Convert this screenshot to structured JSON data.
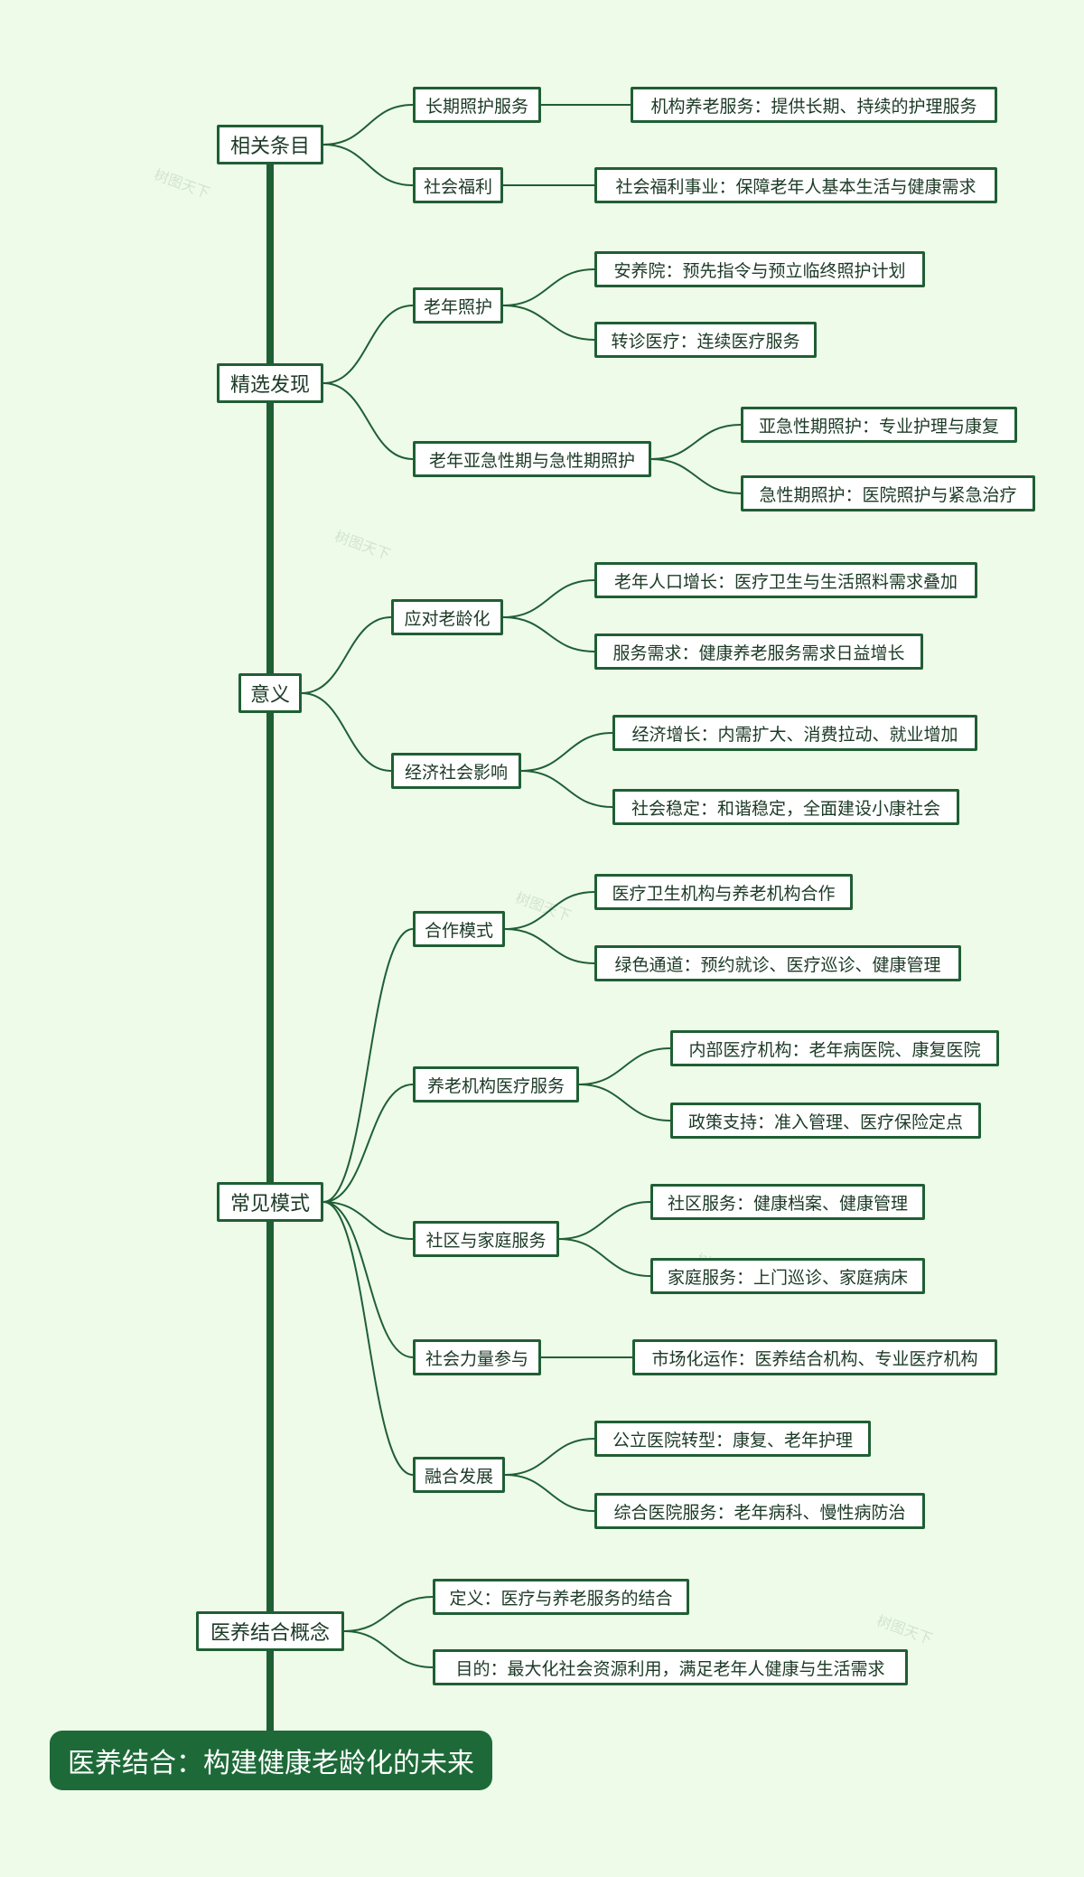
{
  "root": {
    "label": "医养结合：构建健康老龄化的未来"
  },
  "branches": [
    {
      "label": "相关条目",
      "children": [
        {
          "label": "长期照护服务",
          "children": [
            {
              "label": "机构养老服务：提供长期、持续的护理服务"
            }
          ]
        },
        {
          "label": "社会福利",
          "children": [
            {
              "label": "社会福利事业：保障老年人基本生活与健康需求"
            }
          ]
        }
      ]
    },
    {
      "label": "精选发现",
      "children": [
        {
          "label": "老年照护",
          "children": [
            {
              "label": "安养院：预先指令与预立临终照护计划"
            },
            {
              "label": "转诊医疗：连续医疗服务"
            }
          ]
        },
        {
          "label": "老年亚急性期与急性期照护",
          "children": [
            {
              "label": "亚急性期照护：专业护理与康复"
            },
            {
              "label": "急性期照护：医院照护与紧急治疗"
            }
          ]
        }
      ]
    },
    {
      "label": "意义",
      "children": [
        {
          "label": "应对老龄化",
          "children": [
            {
              "label": "老年人口增长：医疗卫生与生活照料需求叠加"
            },
            {
              "label": "服务需求：健康养老服务需求日益增长"
            }
          ]
        },
        {
          "label": "经济社会影响",
          "children": [
            {
              "label": "经济增长：内需扩大、消费拉动、就业增加"
            },
            {
              "label": "社会稳定：和谐稳定，全面建设小康社会"
            }
          ]
        }
      ]
    },
    {
      "label": "常见模式",
      "children": [
        {
          "label": "合作模式",
          "children": [
            {
              "label": "医疗卫生机构与养老机构合作"
            },
            {
              "label": "绿色通道：预约就诊、医疗巡诊、健康管理"
            }
          ]
        },
        {
          "label": "养老机构医疗服务",
          "children": [
            {
              "label": "内部医疗机构：老年病医院、康复医院"
            },
            {
              "label": "政策支持：准入管理、医疗保险定点"
            }
          ]
        },
        {
          "label": "社区与家庭服务",
          "children": [
            {
              "label": "社区服务：健康档案、健康管理"
            },
            {
              "label": "家庭服务：上门巡诊、家庭病床"
            }
          ]
        },
        {
          "label": "社会力量参与",
          "children": [
            {
              "label": "市场化运作：医养结合机构、专业医疗机构"
            }
          ]
        },
        {
          "label": "融合发展",
          "children": [
            {
              "label": "公立医院转型：康复、老年护理"
            },
            {
              "label": "综合医院服务：老年病科、慢性病防治"
            }
          ]
        }
      ]
    },
    {
      "label": "医养结合概念",
      "children": [
        {
          "label": "定义：医疗与养老服务的结合",
          "children": []
        },
        {
          "label": "目的：最大化社会资源利用，满足老年人健康与生活需求",
          "children": []
        }
      ]
    }
  ],
  "watermark": "树图天下",
  "colors": {
    "line": "#1f5f34",
    "root_bg": "#1d6a38",
    "background": "#eefbe9"
  }
}
